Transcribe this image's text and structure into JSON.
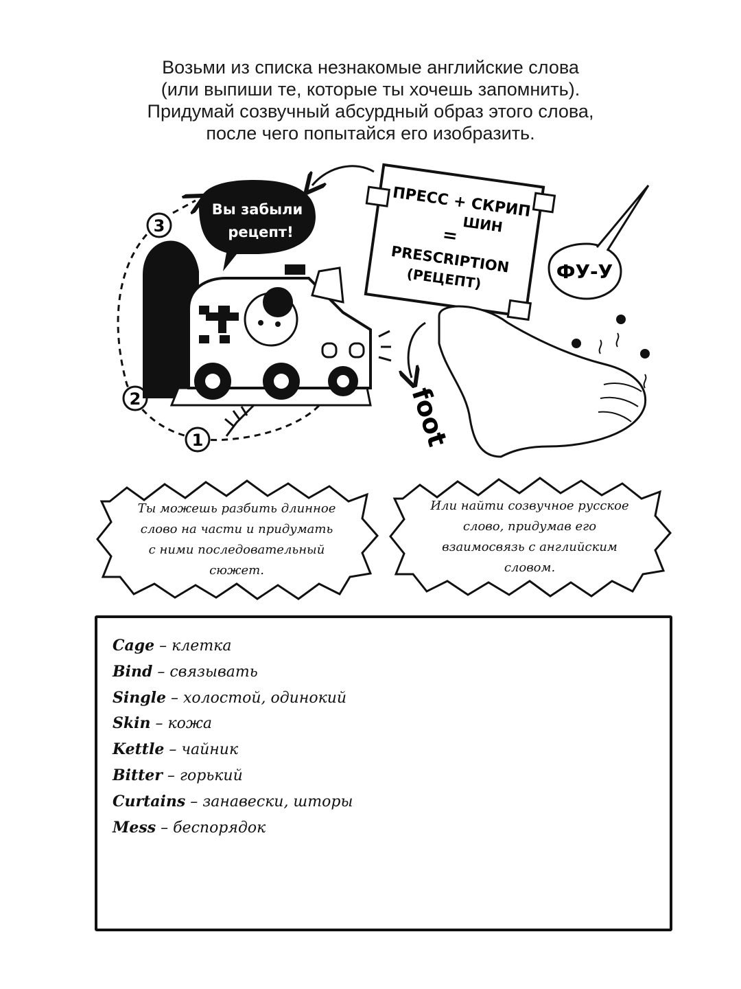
{
  "intro": [
    "Возьми из списка незнакомые английские слова",
    "(или выпиши те, которые ты хочешь запомнить).",
    "Придумай созвучный абсурдный образ этого слова,",
    "после чего попытайся его изобразить."
  ],
  "illustration": {
    "speech_bubble": [
      "Вы забыли",
      "рецепт!"
    ],
    "note": {
      "line1": "ПРЕСС + СКРИП",
      "line2": "ШИН",
      "equals": "=",
      "line3": "PRESCRIPTION",
      "line4": "(РЕЦЕПТ)"
    },
    "exclaim_bubble": "ФУ-У",
    "foot_label": "foot",
    "steps": [
      "1",
      "2",
      "3"
    ]
  },
  "tips": {
    "left": [
      "Ты можешь разбить длинное",
      "слово на части и придумать",
      "с ними последовательный",
      "сюжет."
    ],
    "right": [
      "Или найти созвучное русское",
      "слово, придумав его",
      "взаимосвязь с английским",
      "словом."
    ]
  },
  "words": [
    {
      "en": "Cage",
      "sep": " – ",
      "ru": "клетка"
    },
    {
      "en": "Bind",
      "sep": " – ",
      "ru": "связывать"
    },
    {
      "en": "Single",
      "sep": " – ",
      "ru": "холостой, одинокий"
    },
    {
      "en": "Skin",
      "sep": " – ",
      "ru": "кожа"
    },
    {
      "en": "Kettle",
      "sep": " – ",
      "ru": "чайник"
    },
    {
      "en": "Bitter",
      "sep": " – ",
      "ru": "горький"
    },
    {
      "en": "Curtains",
      "sep": " – ",
      "ru": "занавески, шторы"
    },
    {
      "en": "Mess",
      "sep": " – ",
      "ru": "беспорядок"
    }
  ]
}
